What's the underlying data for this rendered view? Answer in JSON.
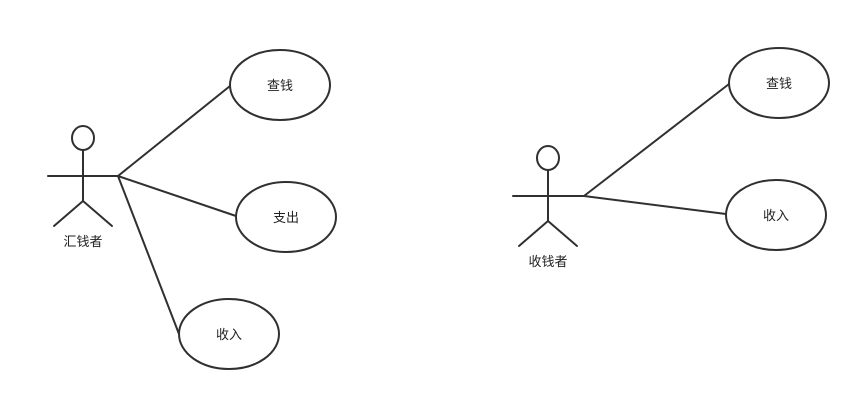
{
  "diagram": {
    "actors": [
      {
        "id": "sender",
        "label": "汇钱者"
      },
      {
        "id": "receiver",
        "label": "收钱者"
      }
    ],
    "use_cases": [
      {
        "id": "uc-check-1",
        "label": "查钱"
      },
      {
        "id": "uc-withdraw",
        "label": "支出"
      },
      {
        "id": "uc-receive-1",
        "label": "收入"
      },
      {
        "id": "uc-check-2",
        "label": "查钱"
      },
      {
        "id": "uc-receive-2",
        "label": "收入"
      }
    ],
    "associations": [
      [
        "sender",
        "uc-check-1"
      ],
      [
        "sender",
        "uc-withdraw"
      ],
      [
        "sender",
        "uc-receive-1"
      ],
      [
        "receiver",
        "uc-check-2"
      ],
      [
        "receiver",
        "uc-receive-2"
      ]
    ],
    "colors": {
      "stroke": "#303030",
      "background": "#ffffff",
      "text": "#222222"
    }
  }
}
